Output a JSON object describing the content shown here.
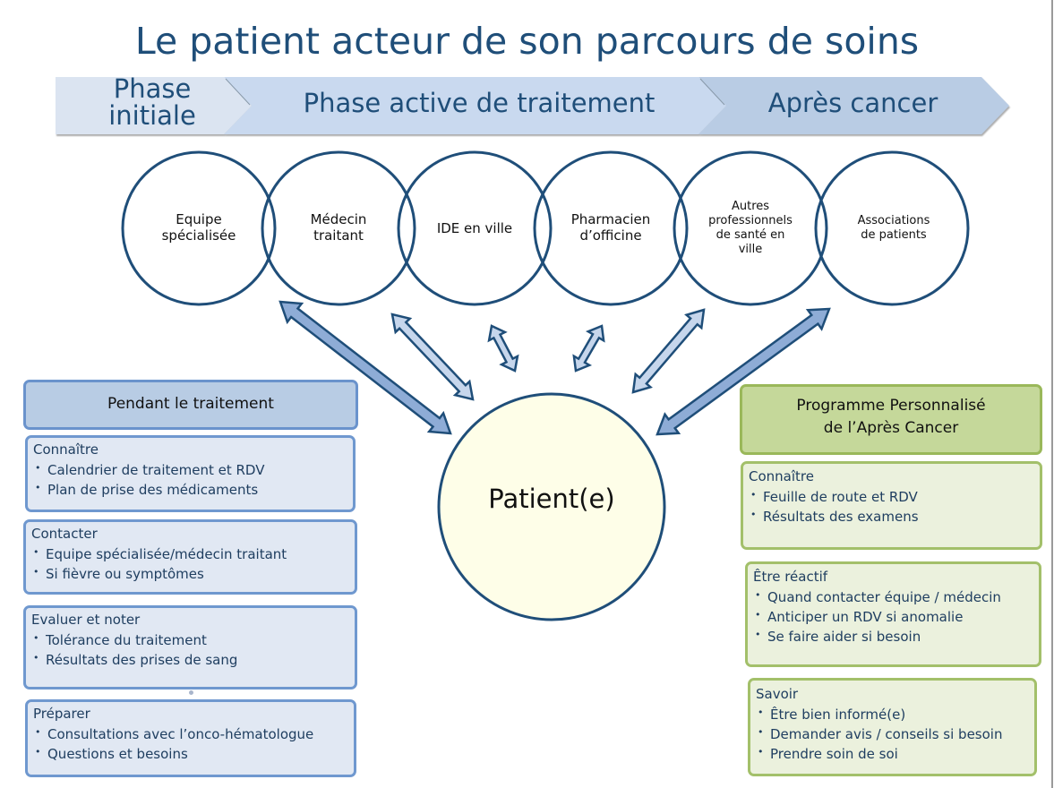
{
  "title": "Le patient acteur de son parcours de soins",
  "phases": [
    {
      "label_line1": "Phase",
      "label_line2": "initiale"
    },
    {
      "label": "Phase active de traitement"
    },
    {
      "label": "Après cancer"
    }
  ],
  "actors": [
    {
      "lines": [
        "Equipe",
        "spécialisée"
      ]
    },
    {
      "lines": [
        "Médecin",
        "traitant"
      ]
    },
    {
      "lines": [
        "IDE en ville"
      ]
    },
    {
      "lines": [
        "Pharmacien",
        "d’officine"
      ]
    },
    {
      "lines": [
        "Autres",
        "professionnels",
        "de santé en",
        "ville"
      ]
    },
    {
      "lines": [
        "Associations",
        "de patients"
      ]
    }
  ],
  "patient": {
    "label": "Patient(e)"
  },
  "left_panel": {
    "header": "Pendant le traitement",
    "sections": [
      {
        "title": "Connaître",
        "items": [
          "Calendrier de traitement et RDV",
          "Plan de prise des médicaments"
        ]
      },
      {
        "title": "Contacter",
        "items": [
          "Equipe spécialisée/médecin traitant",
          "Si fièvre ou symptômes"
        ]
      },
      {
        "title": "Evaluer et noter",
        "items": [
          "Tolérance du traitement",
          "Résultats des prises de sang"
        ]
      },
      {
        "title": "Préparer",
        "items": [
          "Consultations avec l’onco-hématologue",
          "Questions et besoins"
        ]
      }
    ]
  },
  "right_panel": {
    "header_line1": "Programme Personnalisé",
    "header_line2": "de l’Après Cancer",
    "sections": [
      {
        "title": "Connaître",
        "items": [
          "Feuille de route et RDV",
          "Résultats des examens"
        ]
      },
      {
        "title": "Être réactif",
        "items": [
          "Quand contacter équipe / médecin",
          "Anticiper un RDV si anomalie",
          "Se faire aider si besoin"
        ]
      },
      {
        "title": "Savoir",
        "items": [
          "Être bien informé(e)",
          "Demander avis / conseils si besoin",
          "Prendre soin de soi"
        ]
      }
    ]
  },
  "colors": {
    "title": "#1f4e79",
    "circle_stroke": "#1f4e79",
    "patient_fill": "#fefee8",
    "blue_header": "#b8cce4",
    "blue_box": "#e1e8f3",
    "green_header": "#c5d89a",
    "green_box": "#ebf1dd",
    "arrow_dark": "#8eacd6",
    "arrow_light": "#c6d6ec"
  }
}
